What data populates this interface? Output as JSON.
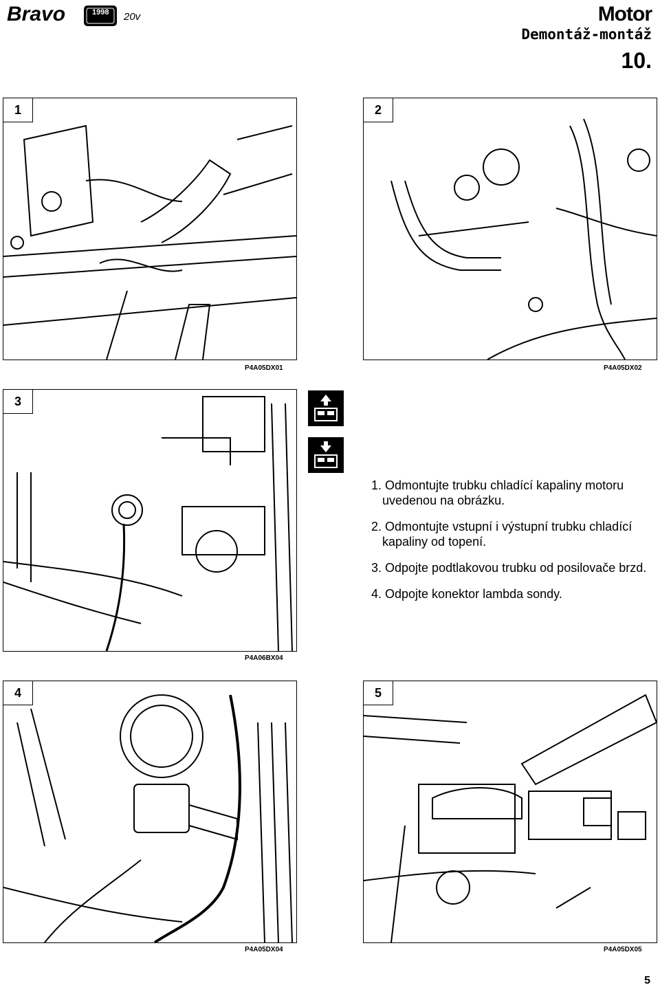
{
  "header": {
    "brand": "Bravo",
    "badge_year": "1998",
    "badge_variant": "20v",
    "section": "Motor",
    "subsection": "Demontáž-montáž",
    "page_code": "10."
  },
  "figures": [
    {
      "number": "1",
      "code": "P4A05DX01"
    },
    {
      "number": "2",
      "code": "P4A05DX02"
    },
    {
      "number": "3",
      "code": "P4A06BX04"
    },
    {
      "number": "4",
      "code": "P4A05DX04"
    },
    {
      "number": "5",
      "code": "P4A05DX05"
    }
  ],
  "icons": {
    "remove": "remove-icon",
    "install": "install-icon"
  },
  "instructions": [
    "1. Odmontujte trubku chladící kapaliny motoru uvedenou na obrázku.",
    "2. Odmontujte vstupní i výstupní trubku chladící kapaliny od topení.",
    "3. Odpojte podtlakovou trubku od posilovače brzd.",
    "4. Odpojte konektor lambda sondy."
  ],
  "footer": {
    "page_number": "5"
  }
}
